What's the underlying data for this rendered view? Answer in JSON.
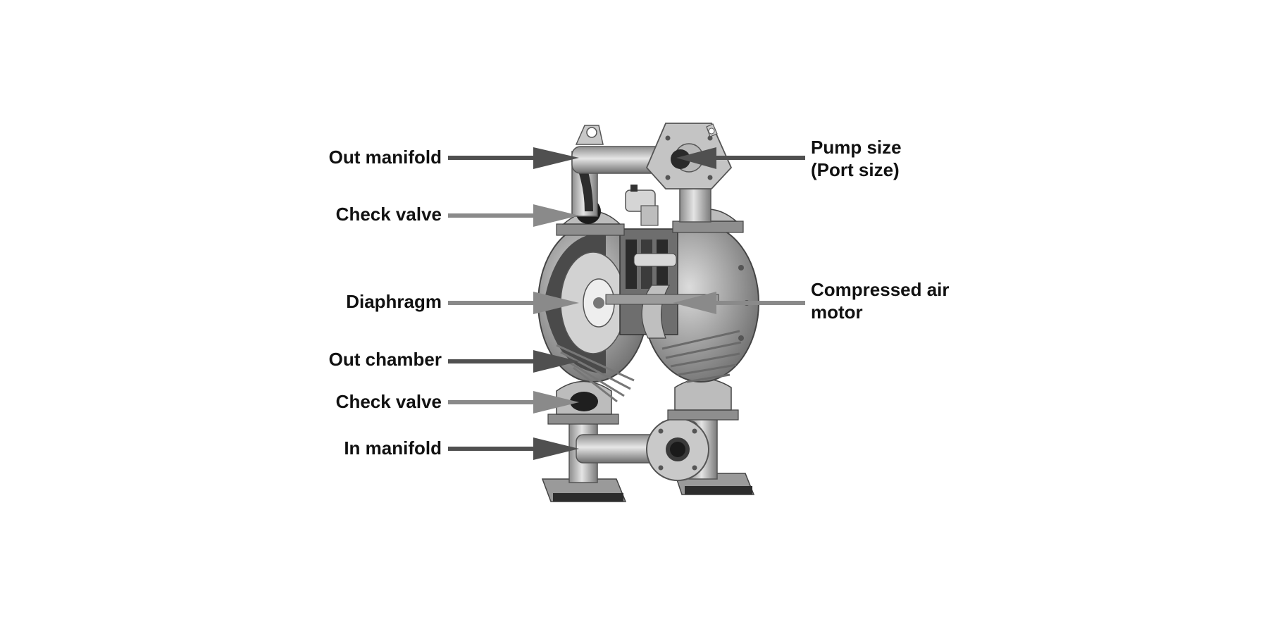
{
  "labels": {
    "out_manifold": "Out manifold",
    "check_valve_top": "Check valve",
    "diaphragm": "Diaphragm",
    "out_chamber": "Out chamber",
    "check_valve_bottom": "Check valve",
    "in_manifold": "In manifold",
    "pump_size_line1": "Pump size",
    "pump_size_line2": "(Port size)",
    "compressed_air_line1": "Compressed air",
    "compressed_air_line2": "motor"
  },
  "colors": {
    "background": "#ffffff",
    "text": "#111111",
    "arrow_dark": "#505050",
    "arrow_light": "#8a8a8a",
    "metal_light": "#d8d8d8",
    "metal_mid": "#a8a8a8",
    "metal_dark": "#5a5a5a"
  },
  "icons": {
    "pump": "air-operated-double-diaphragm-pump-cutaway"
  }
}
